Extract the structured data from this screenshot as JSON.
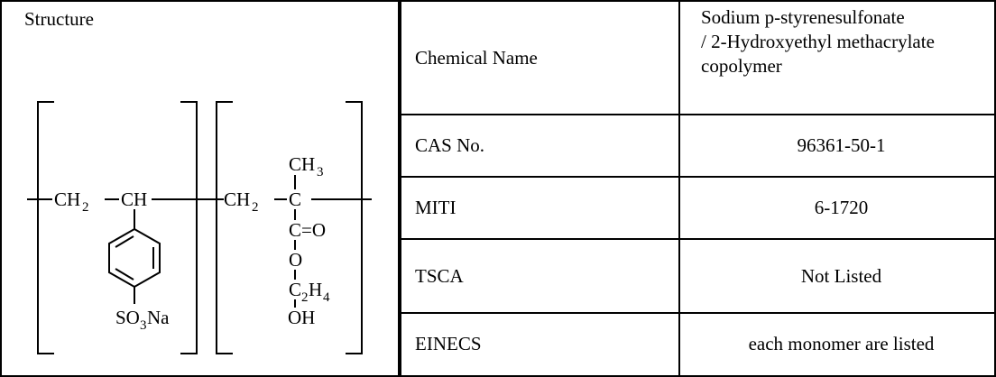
{
  "structure": {
    "label": "Structure",
    "chem": {
      "ch2_a": "CH",
      "sub2": "2",
      "ch_a": "CH",
      "ch2_b": "CH",
      "ch3": "CH",
      "sub3": "3",
      "c1": "C",
      "c2": "C",
      "eq_o": "=O",
      "o": "O",
      "c2h4_c": "C",
      "c2h4_h": "H",
      "sub4": "4",
      "oh": "OH",
      "so3na_so": "SO",
      "so3na_na": "Na"
    }
  },
  "table": {
    "rows": [
      {
        "label": "Chemical Name",
        "value_lines": [
          "Sodium p-styrenesulfonate",
          "/ 2-Hydroxyethyl methacrylate",
          "copolymer"
        ]
      },
      {
        "label": "CAS No.",
        "value": "96361-50-1"
      },
      {
        "label": "MITI",
        "value": "6-1720"
      },
      {
        "label": "TSCA",
        "value": "Not Listed"
      },
      {
        "label": "EINECS",
        "value": "each monomer are listed"
      }
    ]
  }
}
